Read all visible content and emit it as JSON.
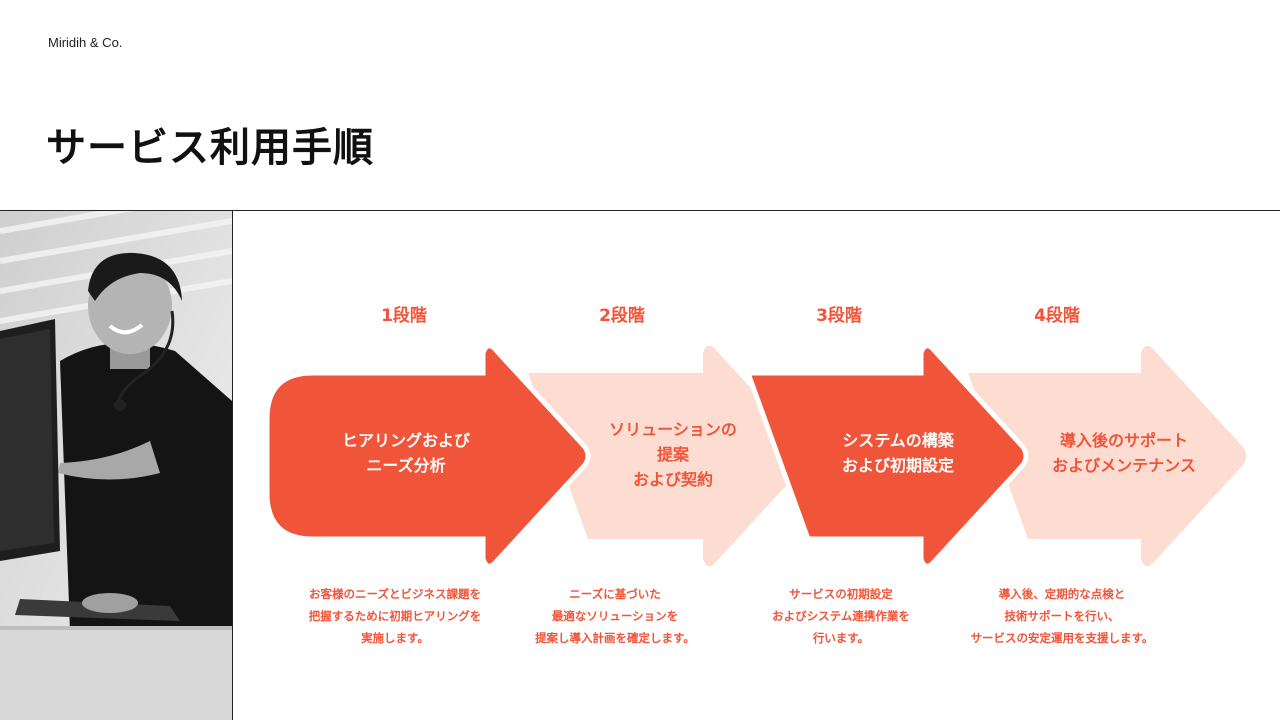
{
  "brand": "Miridih & Co.",
  "title": "サービス利用手順",
  "colors": {
    "accent": "#f0553a",
    "pale": "#fddcd2",
    "text": "#111111"
  },
  "steps": [
    {
      "label": "1段階",
      "title": [
        "ヒアリングおよび",
        "ニーズ分析"
      ],
      "desc": [
        "お客様のニーズとビジネス課題を",
        "把握するために初期ヒアリングを",
        "実施します。"
      ],
      "style": "solid"
    },
    {
      "label": "2段階",
      "title": [
        "ソリューションの",
        "提案",
        "および契約"
      ],
      "desc": [
        "ニーズに基づいた",
        "最適なソリューションを",
        "提案し導入計画を確定します。"
      ],
      "style": "pale"
    },
    {
      "label": "3段階",
      "title": [
        "システムの構築",
        "および初期設定"
      ],
      "desc": [
        "サービスの初期設定",
        "およびシステム連携作業を",
        "行います。"
      ],
      "style": "solid"
    },
    {
      "label": "4段階",
      "title": [
        "導入後のサポート",
        "およびメンテナンス"
      ],
      "desc": [
        "導入後、定期的な点検と",
        "技術サポートを行い、",
        "サービスの安定運用を支援します。"
      ],
      "style": "pale"
    }
  ]
}
